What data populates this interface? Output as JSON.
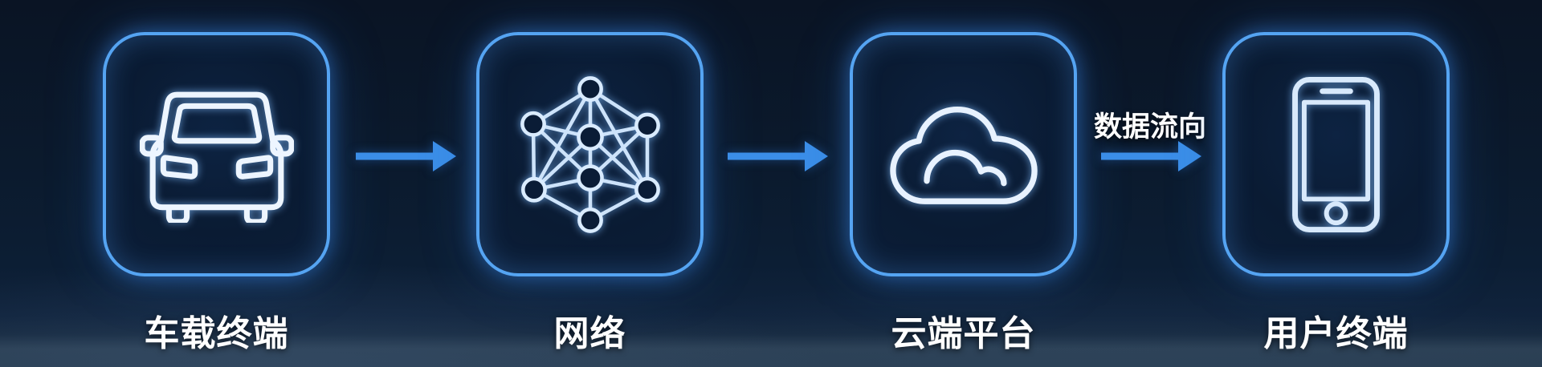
{
  "flow": {
    "nodes": [
      {
        "id": "vehicle-terminal",
        "label": "车载终端",
        "icon": "car-icon"
      },
      {
        "id": "network",
        "label": "网络",
        "icon": "network-mesh-icon"
      },
      {
        "id": "cloud-platform",
        "label": "云端平台",
        "icon": "cloud-icon"
      },
      {
        "id": "user-terminal",
        "label": "用户终端",
        "icon": "smartphone-icon"
      }
    ],
    "arrows": [
      {
        "from": "vehicle-terminal",
        "to": "network",
        "label": ""
      },
      {
        "from": "network",
        "to": "cloud-platform",
        "label": ""
      },
      {
        "from": "cloud-platform",
        "to": "user-terminal",
        "label": "数据流向"
      }
    ],
    "flow_direction_label": "数据流向",
    "colors": {
      "background_top": "#0a1424",
      "background_bottom": "#2b3f53",
      "box_border": "#55a4f2",
      "box_glow": "#3c8cf0",
      "arrow": "#3b8ee8",
      "icon_stroke": "#e9f3ff",
      "network_icon_stroke": "#cde3fa",
      "label_text": "#ffffff"
    }
  }
}
